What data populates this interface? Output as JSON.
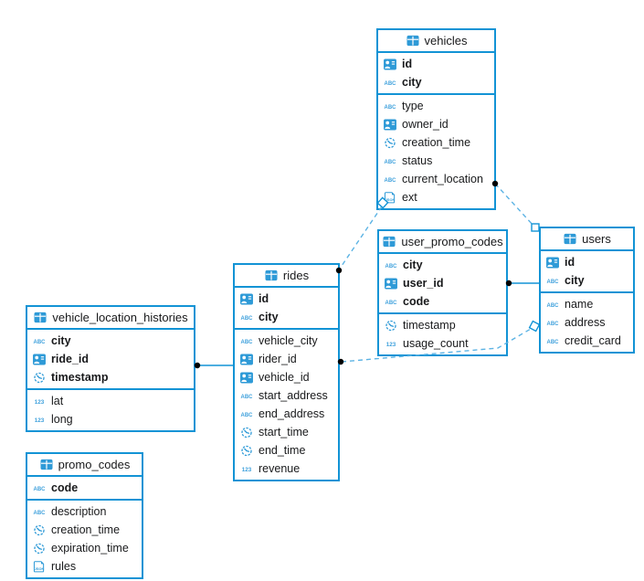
{
  "colors": {
    "table_border": "#1293d5",
    "icon_blue": "#2e9ad7",
    "dashed_line": "#5cb3e4",
    "text": "#18191b"
  },
  "tables": {
    "vehicles": {
      "title": "vehicles",
      "icon": "table-icon",
      "pk": [
        {
          "name": "id",
          "icon": "id-card-icon"
        },
        {
          "name": "city",
          "icon": "string-icon"
        }
      ],
      "fields": [
        {
          "name": "type",
          "icon": "string-icon"
        },
        {
          "name": "owner_id",
          "icon": "id-card-icon"
        },
        {
          "name": "creation_time",
          "icon": "timestamp-icon"
        },
        {
          "name": "status",
          "icon": "string-icon"
        },
        {
          "name": "current_location",
          "icon": "string-icon"
        },
        {
          "name": "ext",
          "icon": "json-icon"
        }
      ]
    },
    "user_promo_codes": {
      "title": "user_promo_codes",
      "icon": "table-icon",
      "pk": [
        {
          "name": "city",
          "icon": "string-icon"
        },
        {
          "name": "user_id",
          "icon": "id-card-icon"
        },
        {
          "name": "code",
          "icon": "string-icon"
        }
      ],
      "fields": [
        {
          "name": "timestamp",
          "icon": "timestamp-icon"
        },
        {
          "name": "usage_count",
          "icon": "number-icon"
        }
      ]
    },
    "users": {
      "title": "users",
      "icon": "table-icon",
      "pk": [
        {
          "name": "id",
          "icon": "id-card-icon"
        },
        {
          "name": "city",
          "icon": "string-icon"
        }
      ],
      "fields": [
        {
          "name": "name",
          "icon": "string-icon"
        },
        {
          "name": "address",
          "icon": "string-icon"
        },
        {
          "name": "credit_card",
          "icon": "string-icon"
        }
      ]
    },
    "rides": {
      "title": "rides",
      "icon": "table-icon",
      "pk": [
        {
          "name": "id",
          "icon": "id-card-icon"
        },
        {
          "name": "city",
          "icon": "string-icon"
        }
      ],
      "fields": [
        {
          "name": "vehicle_city",
          "icon": "string-icon"
        },
        {
          "name": "rider_id",
          "icon": "id-card-icon"
        },
        {
          "name": "vehicle_id",
          "icon": "id-card-icon"
        },
        {
          "name": "start_address",
          "icon": "string-icon"
        },
        {
          "name": "end_address",
          "icon": "string-icon"
        },
        {
          "name": "start_time",
          "icon": "timestamp-icon"
        },
        {
          "name": "end_time",
          "icon": "timestamp-icon"
        },
        {
          "name": "revenue",
          "icon": "number-icon"
        }
      ]
    },
    "vehicle_location_histories": {
      "title": "vehicle_location_histories",
      "icon": "table-icon",
      "pk": [
        {
          "name": "city",
          "icon": "string-icon"
        },
        {
          "name": "ride_id",
          "icon": "id-card-icon"
        },
        {
          "name": "timestamp",
          "icon": "timestamp-icon"
        }
      ],
      "fields": [
        {
          "name": "lat",
          "icon": "number-icon"
        },
        {
          "name": "long",
          "icon": "number-icon"
        }
      ]
    },
    "promo_codes": {
      "title": "promo_codes",
      "icon": "table-icon",
      "pk": [
        {
          "name": "code",
          "icon": "string-icon"
        }
      ],
      "fields": [
        {
          "name": "description",
          "icon": "string-icon"
        },
        {
          "name": "creation_time",
          "icon": "timestamp-icon"
        },
        {
          "name": "expiration_time",
          "icon": "timestamp-icon"
        },
        {
          "name": "rules",
          "icon": "json-icon"
        }
      ]
    }
  },
  "relationships": [
    {
      "from": "vehicle_location_histories",
      "to": "rides",
      "line": "solid",
      "from_marker": "dot",
      "to_marker": "none"
    },
    {
      "from": "user_promo_codes",
      "to": "users",
      "line": "solid",
      "from_marker": "dot",
      "to_marker": "none"
    },
    {
      "from": "vehicles",
      "to": "users",
      "line": "dashed",
      "from_marker": "dot",
      "to_marker": "open-square"
    },
    {
      "from": "rides",
      "to": "vehicles",
      "line": "dashed",
      "from_marker": "dot",
      "to_marker": "open-square"
    },
    {
      "from": "rides",
      "to": "users",
      "line": "dashed",
      "from_marker": "dot",
      "to_marker": "open-square"
    }
  ]
}
